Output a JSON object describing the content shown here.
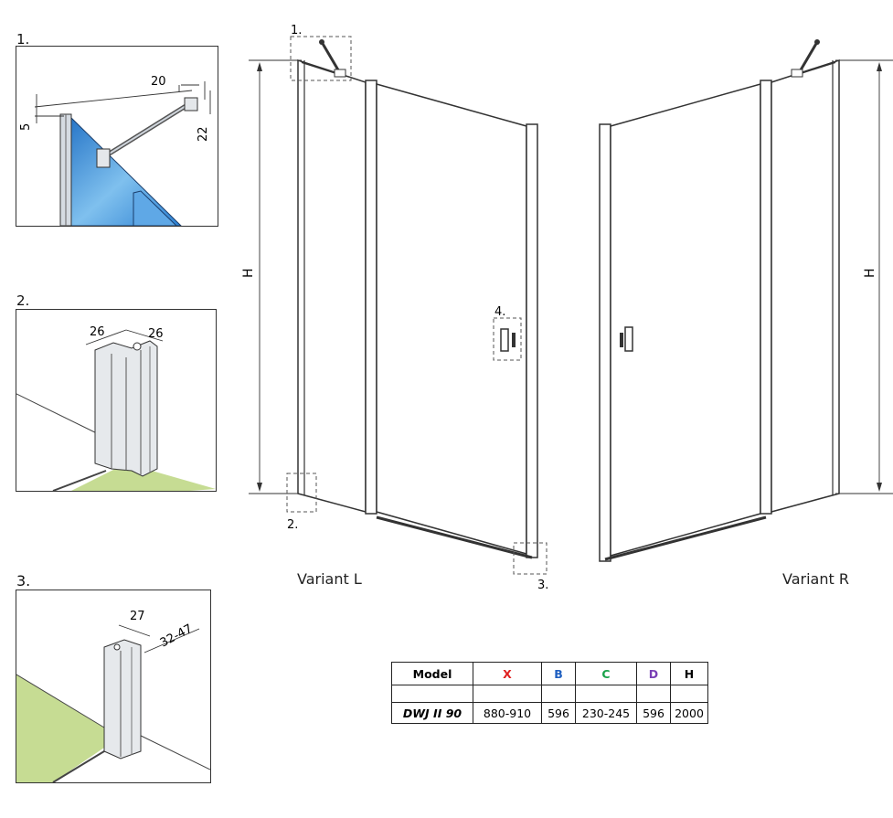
{
  "details": {
    "d1": {
      "number": "1.",
      "dim_top": "20",
      "dim_left": "5",
      "dim_right": "22"
    },
    "d2": {
      "number": "2.",
      "dim_a": "26",
      "dim_b": "26"
    },
    "d3": {
      "number": "3.",
      "dim_a": "27",
      "dim_b": "32-47"
    }
  },
  "callouts": {
    "c1": "1.",
    "c2": "2.",
    "c3": "3.",
    "c4": "4."
  },
  "height_label_left": "H",
  "height_label_right": "H",
  "variants": {
    "left": "Variant L",
    "right": "Variant R"
  },
  "colors": {
    "glass_blue": "#3b8fd9",
    "floor_green": "#c6dc93",
    "x_red": "#e02020",
    "b_blue": "#1f5fc0",
    "c_green": "#1aa24a",
    "d_purple": "#7a3fb5"
  },
  "table": {
    "headers": [
      "Model",
      "X",
      "B",
      "C",
      "D",
      "H"
    ],
    "row": [
      "DWJ II 90",
      "880-910",
      "596",
      "230-245",
      "596",
      "2000"
    ]
  }
}
